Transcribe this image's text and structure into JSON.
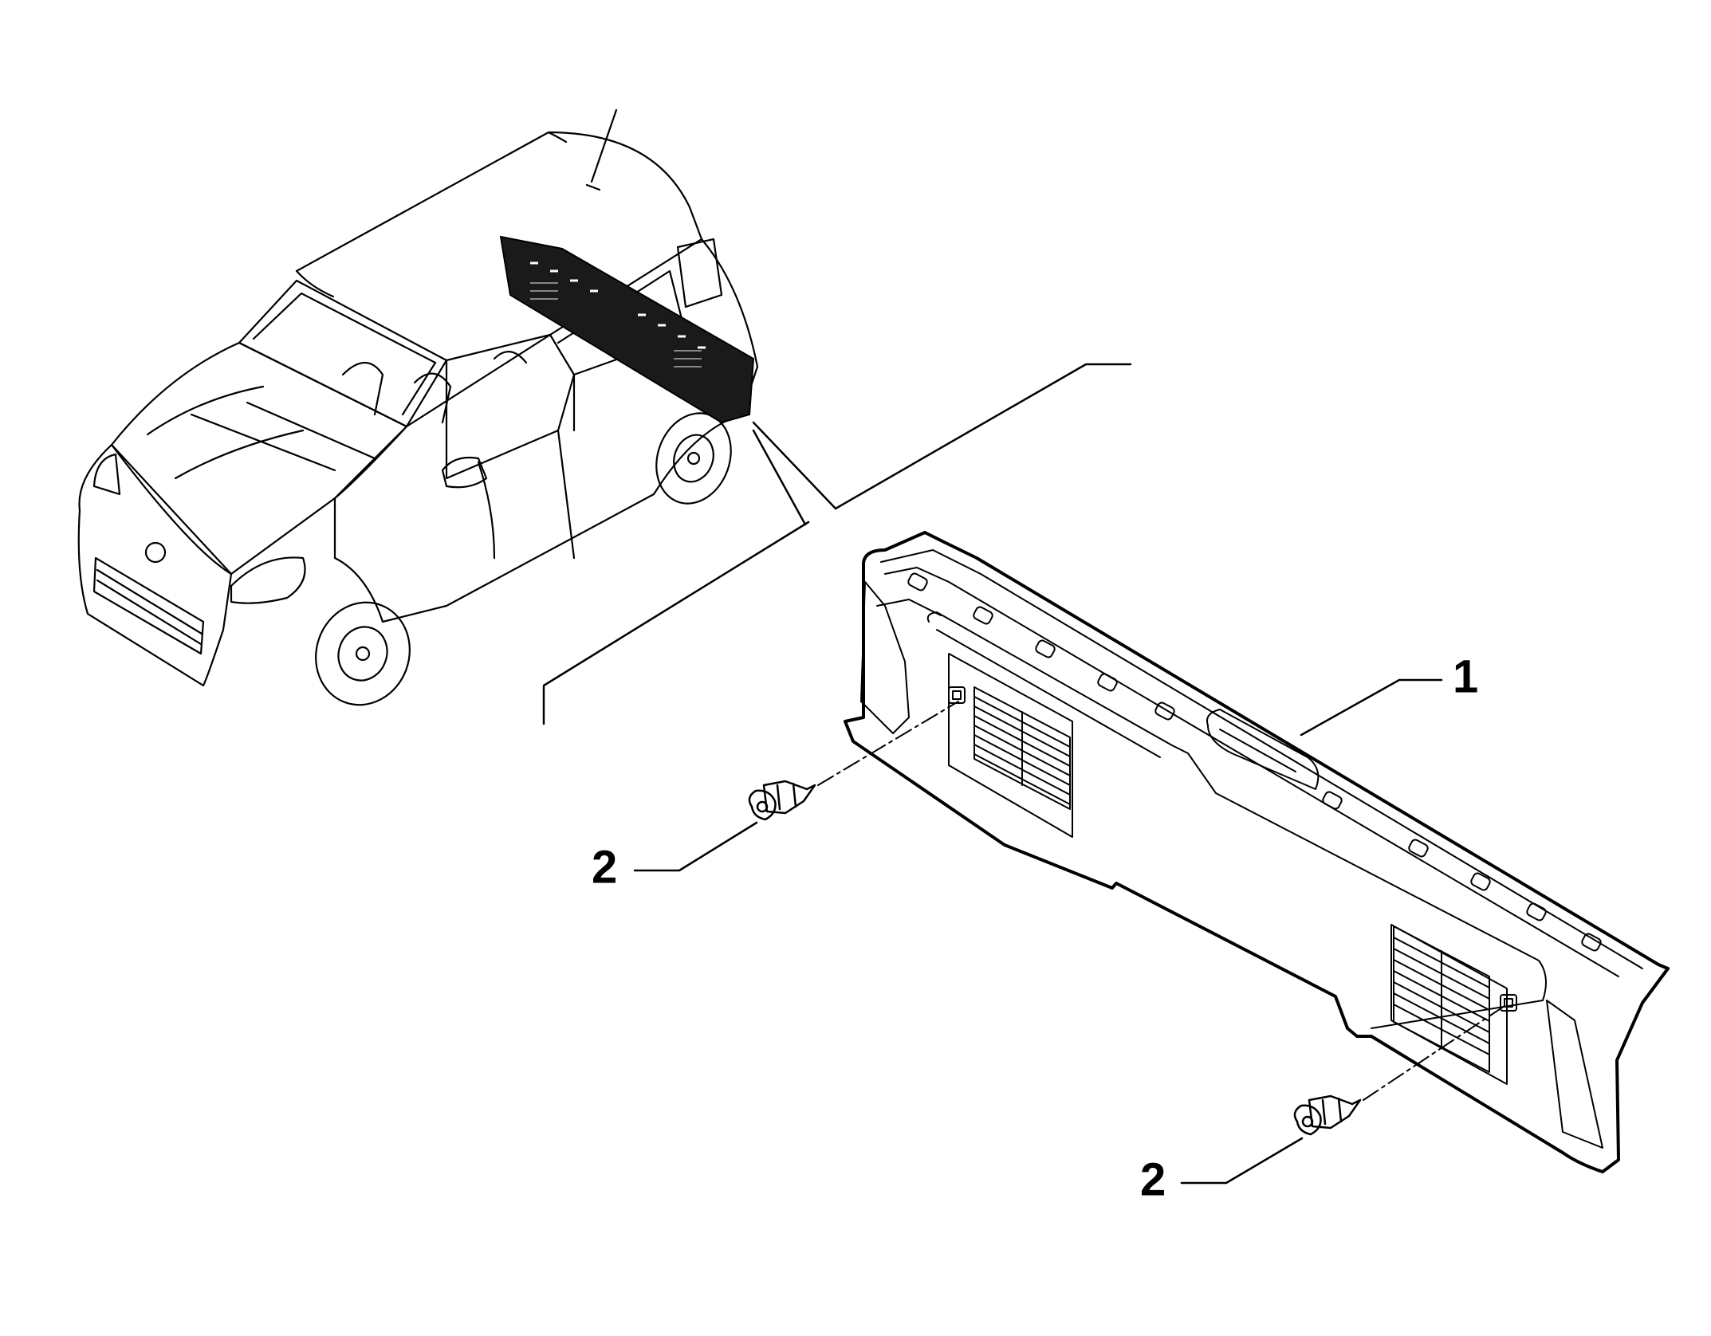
{
  "callouts": {
    "part_1": "1",
    "part_2_left": "2",
    "part_2_right": "2"
  },
  "colors": {
    "line": "#000000",
    "background": "#ffffff",
    "highlight": "#1a1a1a"
  }
}
